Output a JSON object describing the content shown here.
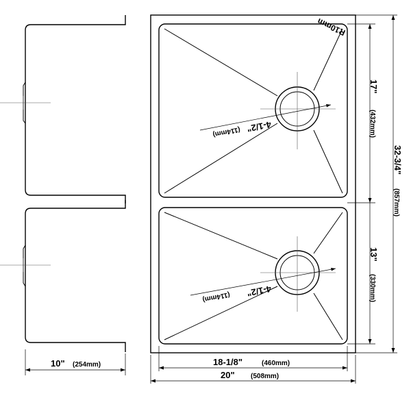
{
  "dimensions": {
    "side_depth": "10\"",
    "side_depth_mm": "(254mm)",
    "inner_width": "18-1/8\"",
    "inner_width_mm": "(460mm)",
    "outer_width": "20\"",
    "outer_width_mm": "(508mm)",
    "total_length": "32-3/4\"",
    "total_length_mm": "(857mm)",
    "large_bowl_length": "17\"",
    "large_bowl_length_mm": "(432mm)",
    "small_bowl_length": "13\"",
    "small_bowl_length_mm": "(330mm)",
    "drain_diameter": "4-1/2\"",
    "drain_diameter_mm": "(114mm)",
    "corner_radius": "R10mm"
  }
}
